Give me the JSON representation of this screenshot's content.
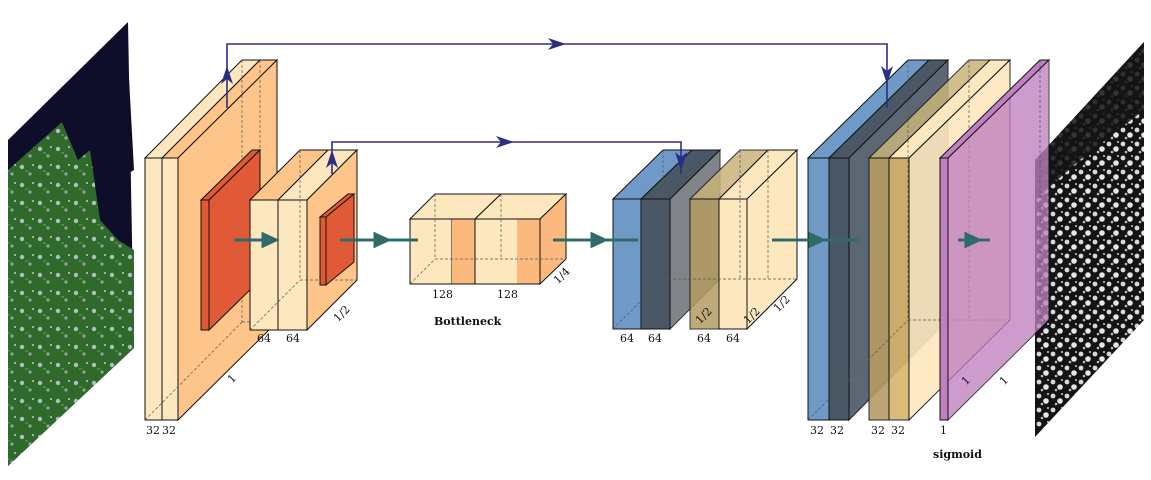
{
  "layer_labels": {
    "enc1_a": "32",
    "enc1_b": "32",
    "enc1_scale": "1",
    "enc2_a": "64",
    "enc2_b": "64",
    "enc2_scale": "1/2",
    "bott_a": "128",
    "bott_b": "128",
    "bott_scale": "1/4",
    "dec2_a": "64",
    "dec2_b": "64",
    "dec2_c": "64",
    "dec2_d": "64",
    "dec2_scale1": "1/2",
    "dec2_scale2": "1/2",
    "dec2_scale3": "1/2",
    "dec1_a": "32",
    "dec1_b": "32",
    "dec1_c": "32",
    "dec1_d": "32",
    "out_a": "1",
    "dec1_scale1": "1",
    "dec1_scale2": "1"
  },
  "captions": {
    "bottleneck": "Bottleneck",
    "sigmoid": "sigmoid"
  },
  "colors": {
    "conv_light": "#fde7be",
    "conv": "#fdc58a",
    "pool": "#e05a38",
    "bott_stripe": "#fbb97d",
    "up_blue": "#6f9ac8",
    "up_dark": "#4a5866",
    "softmax": "#c07fc0",
    "skip_line": "#2b2e85",
    "flow_arrow": "#2f6b6b",
    "satellite_land": "#2f6a2a",
    "satellite_sea": "#0e0e2a",
    "mask_bg": "#141414"
  }
}
